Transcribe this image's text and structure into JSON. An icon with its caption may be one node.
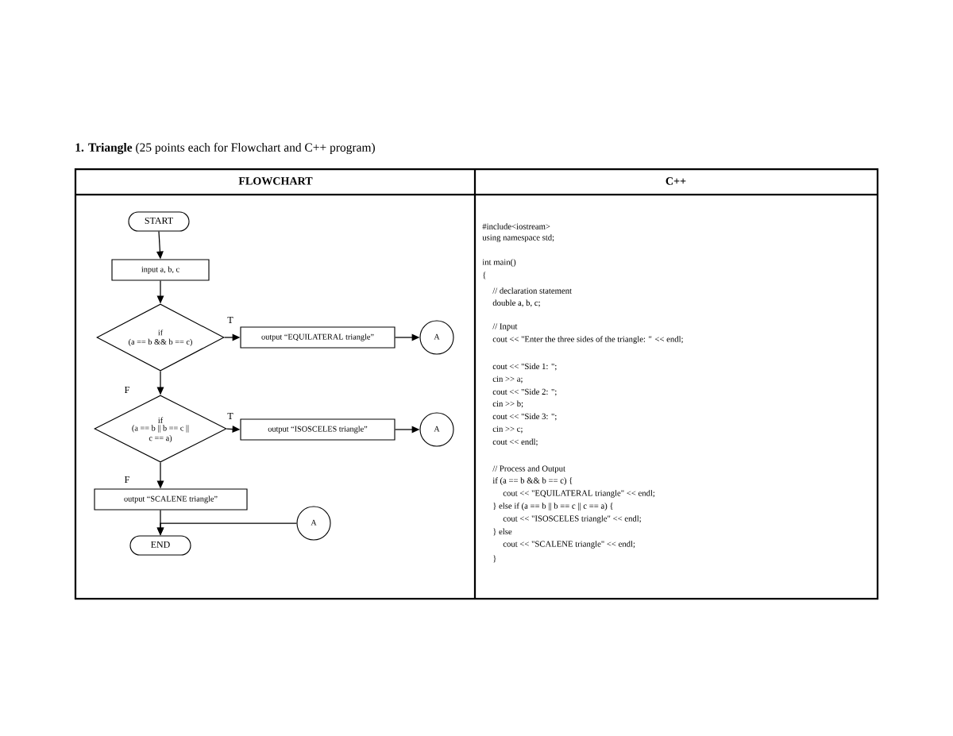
{
  "diagram": {
    "title": "**1. Triangle** (25 points each for Flowchart and C++ program)",
    "nodes": [
      {
        "text": [
          "START"
        ]
      },
      {
        "text": [
          "input a, b, c"
        ]
      },
      {
        "text": [
          "if",
          "(a == b && b == c)"
        ]
      },
      {
        "text": [
          "output “EQUILATERAL triangle”"
        ]
      },
      {
        "text": [
          "A"
        ]
      },
      {
        "text": [
          "if",
          "(a == b || b == c || c == a)"
        ]
      },
      {
        "text": [
          "output “ISOSCELES triangle”"
        ]
      },
      {
        "text": [
          "A"
        ]
      },
      {
        "text": [
          "output “SCALENE triangle”"
        ]
      },
      {
        "text": [
          "A"
        ]
      },
      {
        "text": [
          "END"
        ]
      }
    ],
    "edges": [
      {
        "from": 0,
        "to": 1,
        "arrow": "to"
      },
      {
        "from": 1,
        "to": 2,
        "arrow": "to"
      },
      {
        "from": 2,
        "to": 3,
        "arrow": "to",
        "label": "T"
      },
      {
        "from": 3,
        "to": 4,
        "arrow": "to"
      },
      {
        "from": 2,
        "to": 5,
        "arrow": "to",
        "label": "F"
      },
      {
        "from": 5,
        "to": 6,
        "arrow": "to",
        "label": "T"
      },
      {
        "from": 6,
        "to": 7,
        "arrow": "to"
      },
      {
        "from": 5,
        "to": 8,
        "arrow": "to",
        "label": "F"
      },
      {
        "from": 8,
        "to": 10,
        "arrow": "to"
      },
      {
        "from": 9,
        "to": 10,
        "arrow": "to"
      }
    ],
    "labels": [
      "FLOWCHART",
      "C++",
      "#include<iostream>",
      "using namespace std;",
      "int main()",
      "{",
      "// declaration statement",
      "double a, b, c;",
      "// Input",
      "cout << \"Enter the three sides of the triangle: \" << endl;",
      "cout << \"Side 1: \";",
      "cin >> a;",
      "cout << \"Side 2: \";",
      "cin >> b;",
      "cout << \"Side 3: \";",
      "cin >> c;",
      "cout << endl;",
      "// Process and Output",
      "if (a == b && b == c) {",
      "cout << \"EQUILATERAL triangle\" << endl;",
      "} else if (a == b || b == c || c == a) {",
      "cout << \"ISOSCELES triangle\" << endl;",
      "} else",
      "cout << \"SCALENE triangle\" << endl;",
      "}"
    ]
  }
}
